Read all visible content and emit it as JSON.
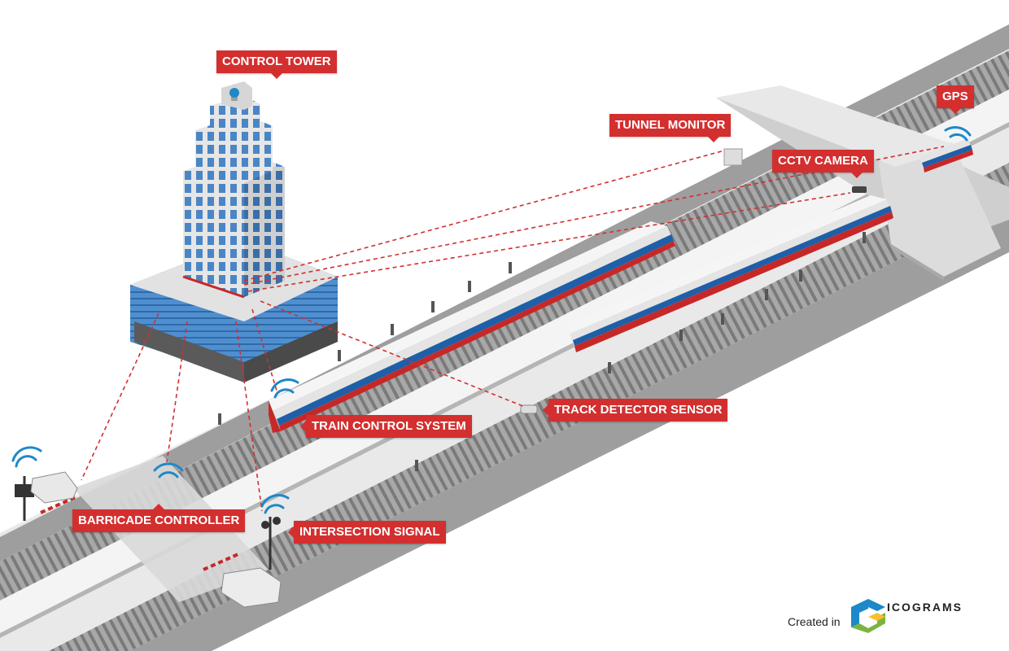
{
  "labels": {
    "control_tower": "CONTROL TOWER",
    "tunnel_monitor": "TUNNEL MONITOR",
    "gps": "GPS",
    "cctv_camera": "CCTV CAMERA",
    "track_detector_sensor": "TRACK DETECTOR SENSOR",
    "train_control_system": "TRAIN CONTROL SYSTEM",
    "barricade_controller": "BARRICADE CONTROLLER",
    "intersection_signal": "INTERSECTION SIGNAL"
  },
  "credit": {
    "created_in": "Created in",
    "brand": "ICOGRAMS"
  },
  "colors": {
    "callout": "#d32f2f",
    "link_line": "#d32f2f",
    "wifi": "#1e88c9",
    "train_body": "#e8e8e8",
    "train_stripe": "#1e5fa8",
    "train_red": "#c62828",
    "ground": "#f2f2f2",
    "platform": "#9a9a9a",
    "building_glass": "#5b9bd5",
    "logo_blue": "#1e88c9",
    "logo_green": "#7cb342",
    "logo_yellow": "#fbc02d"
  }
}
